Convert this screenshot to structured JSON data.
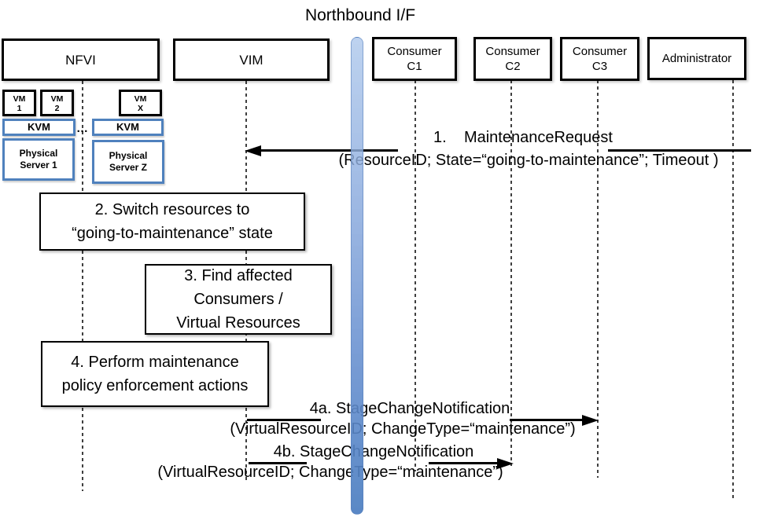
{
  "title": "Northbound I/F",
  "actors": {
    "nfvi": {
      "label": "NFVI"
    },
    "vim": {
      "label": "VIM"
    },
    "c1": {
      "line1": "Consumer",
      "line2": "C1"
    },
    "c2": {
      "line1": "Consumer",
      "line2": "C2"
    },
    "c3": {
      "line1": "Consumer",
      "line2": "C3"
    },
    "admin": {
      "label": "Administrator"
    }
  },
  "nfvi_internals": {
    "vm1": {
      "line1": "VM",
      "line2": "1"
    },
    "vm2": {
      "line1": "VM",
      "line2": "2"
    },
    "vmx": {
      "line1": "VM",
      "line2": "X"
    },
    "kvm_left": "KVM",
    "kvm_right": "KVM",
    "dots": "…",
    "ps1": {
      "line1": "Physical",
      "line2": "Server 1"
    },
    "psz": {
      "line1": "Physical",
      "line2": "Server Z"
    }
  },
  "messages": {
    "m1": {
      "title": "1.    MaintenanceRequest",
      "params": "(ResourceID; State=“going-to-maintenance”; Timeout )"
    },
    "m4a": {
      "title": "4a. StageChangeNotification",
      "params": "(VirtualResourceID; ChangeType=“maintenance”)"
    },
    "m4b": {
      "title": "4b. StageChangeNotification",
      "params": "(VirtualResourceID; ChangeType=“maintenance”)"
    }
  },
  "activities": {
    "a2": {
      "line1": "2. Switch resources to",
      "line2": "“going-to-maintenance” state"
    },
    "a3": {
      "line1": "3. Find affected",
      "line2": "Consumers /",
      "line3": "Virtual Resources"
    },
    "a4": {
      "line1": "4. Perform maintenance",
      "line2": "policy enforcement actions"
    }
  },
  "colors": {
    "box_border_black": "#000000",
    "accent_blue_border": "#4f81bd",
    "bar_gradient_top": "#abc6eb",
    "bar_gradient_bottom": "#4d7fc1",
    "lifeline_gray": "#3f3f3f"
  }
}
